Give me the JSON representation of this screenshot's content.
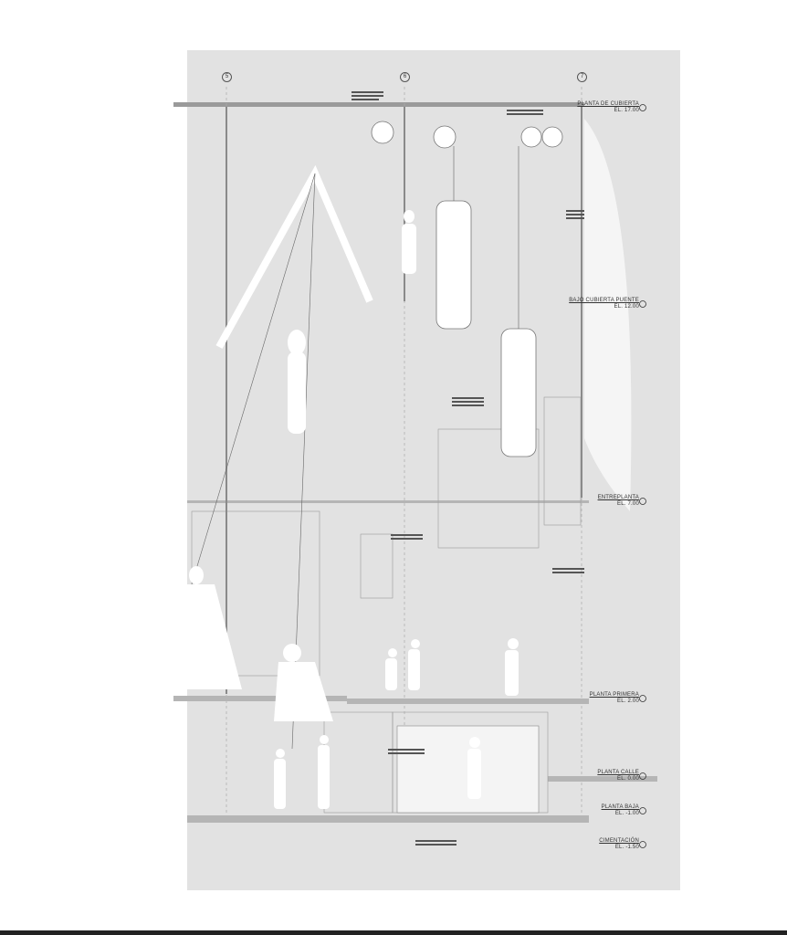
{
  "grid_axes": [
    "5",
    "6",
    "7"
  ],
  "levels": [
    {
      "name": "PLANTA DE CUBIERTA",
      "elevation": "EL. 17.00"
    },
    {
      "name": "BAJO CUBIERTA PUENTE",
      "elevation": "EL. 12.00"
    },
    {
      "name": "ENTREPLANTA",
      "elevation": "EL. 7.00"
    },
    {
      "name": "PLANTA PRIMERA",
      "elevation": "EL. 2.00"
    },
    {
      "name": "PLANTA CALLE",
      "elevation": "EL. 0.00"
    },
    {
      "name": "PLANTA BAJA",
      "elevation": "EL. -1.00"
    },
    {
      "name": "CIMENTACIÓN",
      "elevation": "EL. -1.50"
    }
  ],
  "colors": {
    "panel": "#e2e2e2",
    "line": "#7a7a7a",
    "figure": "#ffffff"
  }
}
